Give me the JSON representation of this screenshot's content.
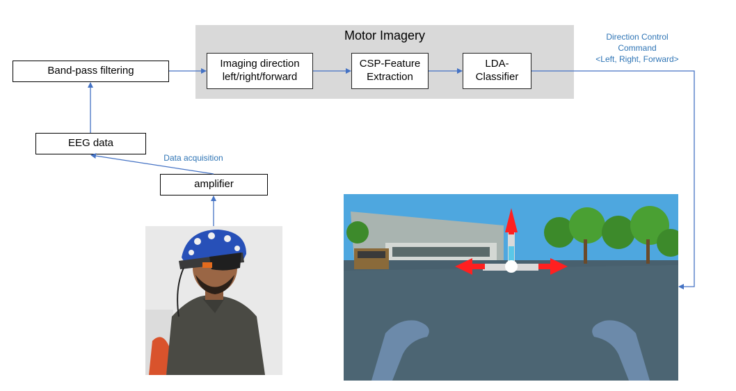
{
  "group": {
    "title": "Motor Imagery"
  },
  "boxes": {
    "bandpass": "Band-pass filtering",
    "eeg": "EEG data",
    "amplifier": "amplifier",
    "imaging_line1": "Imaging direction",
    "imaging_line2": "left/right/forward",
    "csp_line1": "CSP-Feature",
    "csp_line2": "Extraction",
    "lda_line1": "LDA-",
    "lda_line2": "Classifier"
  },
  "labels": {
    "data_acquisition": "Data acquisition",
    "command_line1": "Direction Control",
    "command_line2": "Command",
    "command_line3": "<Left, Right, Forward>"
  },
  "colors": {
    "arrow": "#4472c4",
    "label": "#2e74b5",
    "group_bg": "#d9d9d9"
  },
  "images": [
    "photo-of-user-with-eeg-cap-and-headset",
    "vr-scene-with-direction-arrows"
  ]
}
